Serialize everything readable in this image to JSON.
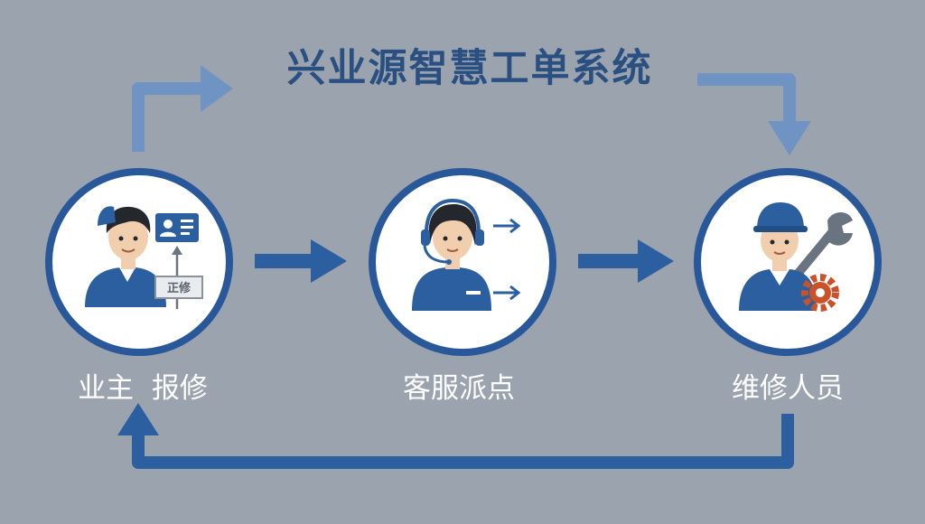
{
  "diagram": {
    "title": "兴业源智慧工单系统",
    "nodes": [
      {
        "id": "owner",
        "label": "业主  报修",
        "icon": "owner-person-icon",
        "card_text": "正修"
      },
      {
        "id": "service",
        "label": "客服派点",
        "icon": "customer-service-headset-icon"
      },
      {
        "id": "tech",
        "label": "维修人员",
        "icon": "repair-technician-icon"
      }
    ],
    "flows": [
      {
        "from": "owner",
        "to": "service"
      },
      {
        "from": "service",
        "to": "tech"
      },
      {
        "from": "tech",
        "to": "owner"
      },
      {
        "from": "owner",
        "to": "tech",
        "via": "title"
      }
    ]
  },
  "colors": {
    "background": "#9ba3ae",
    "primary_blue": "#2b5fa0",
    "title_blue": "#2a5082",
    "arrow_light": "#6f93c2",
    "circle_border": "#28589a",
    "gear_orange": "#c9522a",
    "label_white": "#ffffff"
  }
}
